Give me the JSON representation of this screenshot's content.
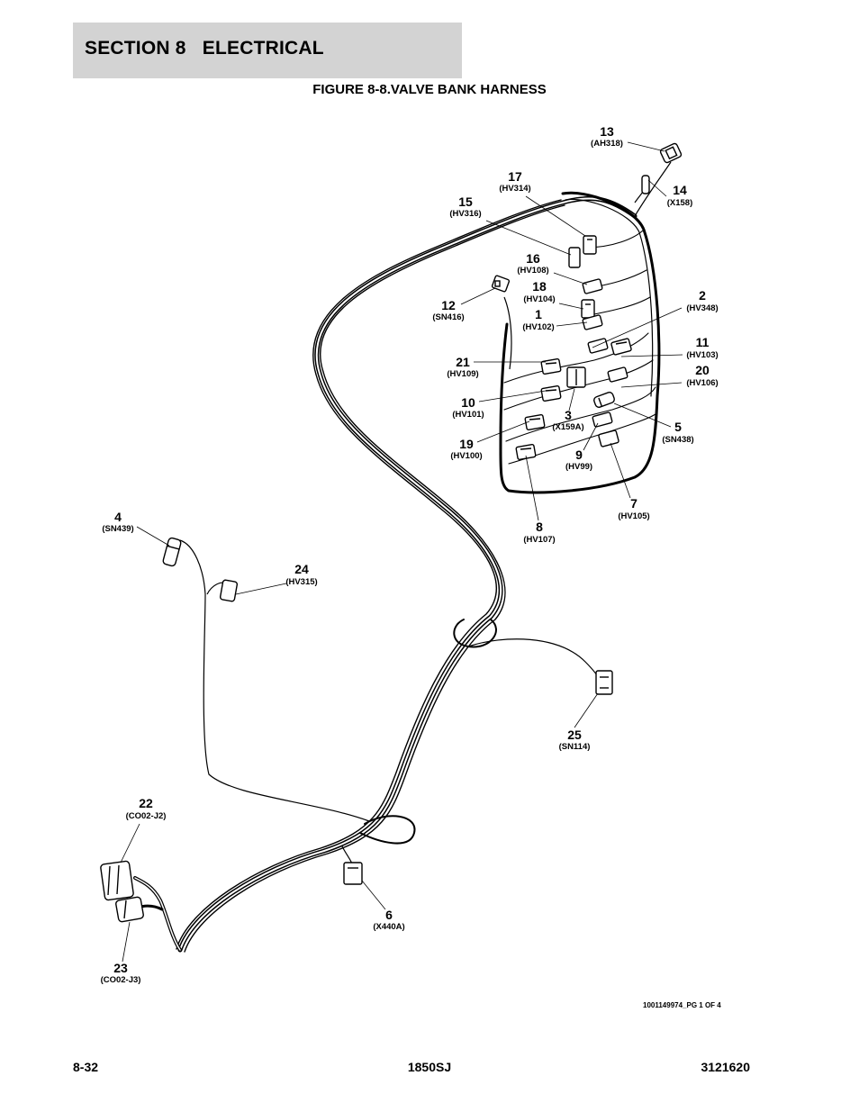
{
  "header": {
    "section_title": "SECTION 8   ELECTRICAL"
  },
  "figure": {
    "title": "FIGURE 8-8.VALVE BANK HARNESS",
    "drawing_id": "1001149974_PG 1 OF 4"
  },
  "callouts": [
    {
      "num": "13",
      "code": "(AH318)"
    },
    {
      "num": "17",
      "code": "(HV314)"
    },
    {
      "num": "14",
      "code": "(X158)"
    },
    {
      "num": "15",
      "code": "(HV316)"
    },
    {
      "num": "16",
      "code": "(HV108)"
    },
    {
      "num": "18",
      "code": "(HV104)"
    },
    {
      "num": "2",
      "code": "(HV348)"
    },
    {
      "num": "12",
      "code": "(SN416)"
    },
    {
      "num": "1",
      "code": "(HV102)"
    },
    {
      "num": "11",
      "code": "(HV103)"
    },
    {
      "num": "21",
      "code": "(HV109)"
    },
    {
      "num": "20",
      "code": "(HV106)"
    },
    {
      "num": "10",
      "code": "(HV101)"
    },
    {
      "num": "3",
      "code": "(X159A)"
    },
    {
      "num": "5",
      "code": "(SN438)"
    },
    {
      "num": "19",
      "code": "(HV100)"
    },
    {
      "num": "9",
      "code": "(HV99)"
    },
    {
      "num": "7",
      "code": "(HV105)"
    },
    {
      "num": "8",
      "code": "(HV107)"
    },
    {
      "num": "4",
      "code": "(SN439)"
    },
    {
      "num": "24",
      "code": "(HV315)"
    },
    {
      "num": "25",
      "code": "(SN114)"
    },
    {
      "num": "22",
      "code": "(CO02-J2)"
    },
    {
      "num": "6",
      "code": "(X440A)"
    },
    {
      "num": "23",
      "code": "(CO02-J3)"
    }
  ],
  "footer": {
    "page": "8-32",
    "model": "1850SJ",
    "doc_number": "3121620"
  }
}
